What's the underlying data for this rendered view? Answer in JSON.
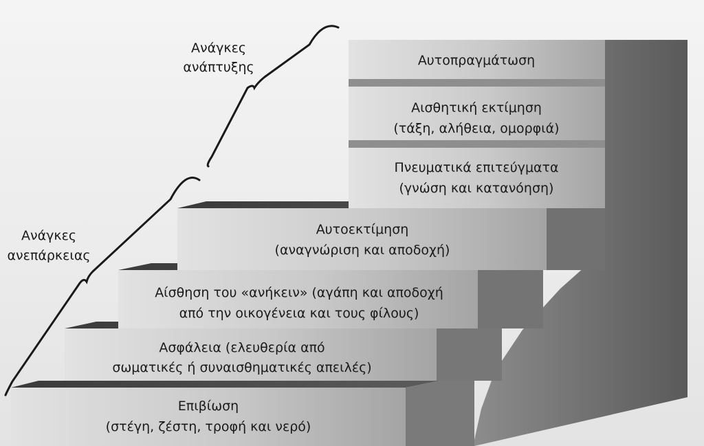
{
  "groups": {
    "growth": {
      "line1": "Ανάγκες",
      "line2": "ανάπτυξης"
    },
    "deficiency": {
      "line1": "Ανάγκες",
      "line2": "ανεπάρκειας"
    }
  },
  "steps": [
    {
      "line1": "Επιβίωση",
      "line2": "(στέγη, ζέστη, τροφή και νερό)"
    },
    {
      "line1": "Ασφάλεια (ελευθερία από",
      "line2": "σωματικές ή συναισθηματικές απειλές)"
    },
    {
      "line1": "Αίσθηση του «ανήκειν» (αγάπη και αποδοχή",
      "line2": "από την οικογένεια και τους φίλους)"
    },
    {
      "line1": "Αυτοεκτίμηση",
      "line2": "(αναγνώριση και αποδοχή)"
    },
    {
      "line1": "Πνευματικά επιτεύγματα",
      "line2": "(γνώση και κατανόηση)"
    },
    {
      "line1": "Αισθητική εκτίμηση",
      "line2": "(τάξη, αλήθεια, ομορφιά)"
    },
    {
      "line1": "Αυτοπραγμάτωση",
      "line2": ""
    }
  ],
  "colors": {
    "tread": "#4a4a4a",
    "riser_light": "#d9d9d9",
    "riser_dark": "#9a9a9a",
    "side_light": "#9c9c9c",
    "side_dark": "#5e5e5e",
    "brace": "#1a1a1a"
  }
}
